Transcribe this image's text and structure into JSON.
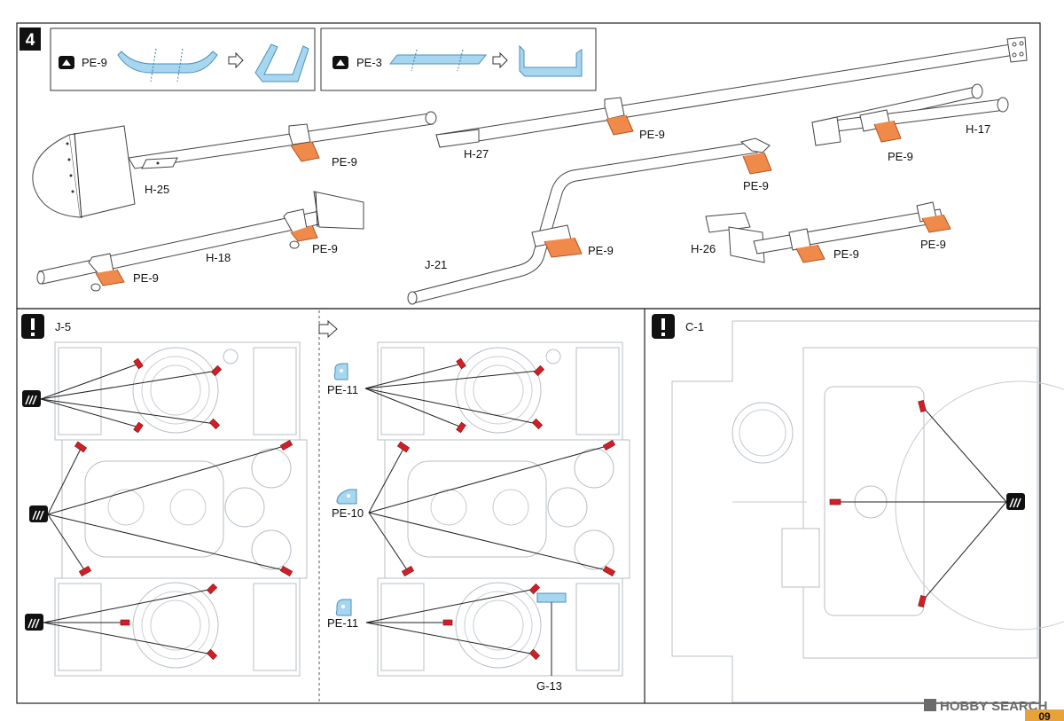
{
  "step": {
    "number": "4"
  },
  "legend": [
    {
      "icon": "fold-up-icon",
      "label": "PE-9"
    },
    {
      "icon": "fold-up-icon",
      "label": "PE-3"
    }
  ],
  "top_labels": {
    "h25": "H-25",
    "h25_pe": "PE-9",
    "h18": "H-18",
    "h18_pe_a": "PE-9",
    "h18_pe_b": "PE-9",
    "h27": "H-27",
    "h27_pe": "PE-9",
    "h17": "H-17",
    "h17_pe": "PE-9",
    "j21": "J-21",
    "j21_pe_a": "PE-9",
    "j21_pe_b": "PE-9",
    "h26": "H-26",
    "h26_pe_a": "PE-9",
    "h26_pe_b": "PE-9"
  },
  "left_panel": {
    "part": "J-5"
  },
  "middle_panel": {
    "pe11_top": "PE-11",
    "pe10": "PE-10",
    "pe11_bottom": "PE-11",
    "g13": "G-13"
  },
  "right_panel": {
    "part": "C-1"
  },
  "watermark": {
    "text": "HOBBY SEARCH",
    "page": "09"
  },
  "colors": {
    "photo_etch": "#f08a4b",
    "pe_blue": "#a7d7f0",
    "marker_red": "#d21f26"
  }
}
